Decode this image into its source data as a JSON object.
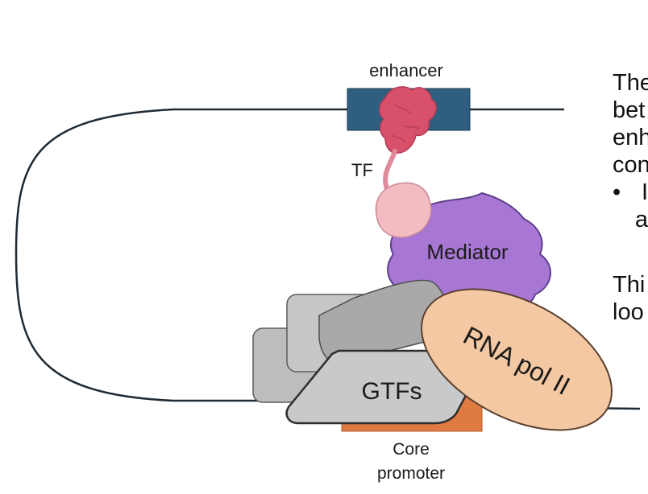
{
  "labels": {
    "enhancer": "enhancer",
    "tf": "TF",
    "mediator": "Mediator",
    "rna_pol": "RNA pol II",
    "gtfs": "GTFs",
    "core_promoter_line1": "Core",
    "core_promoter_line2": "promoter"
  },
  "side_text": {
    "lines": [
      "The",
      "bet",
      "enh",
      "con"
    ],
    "bullet_glyph": "•",
    "bullet_lines": [
      "I",
      "a"
    ],
    "second_lines": [
      "Thi",
      "loo"
    ]
  },
  "colors": {
    "enhancer_box": "#2f5f80",
    "tf": "#d9506b",
    "tf_linker": "#e1899a",
    "tf_domain": "#f2bcc2",
    "mediator": "#a877d4",
    "rna_pol": "#f4c8a2",
    "gtfs": "#c8c9cb",
    "gtf_blocks": "#bdbdbd",
    "core_promoter": "#df7a43",
    "dna": "#1f2a33"
  }
}
